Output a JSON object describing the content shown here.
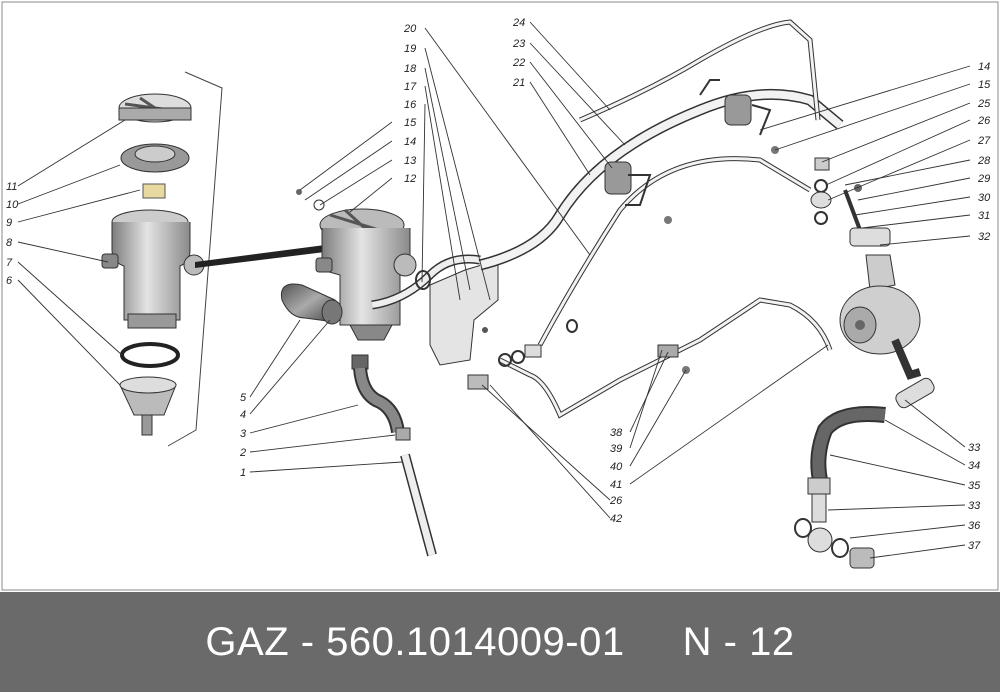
{
  "diagram": {
    "callouts": [
      "1",
      "2",
      "3",
      "4",
      "5",
      "6",
      "7",
      "8",
      "9",
      "10",
      "11",
      "12",
      "13",
      "14",
      "15",
      "16",
      "17",
      "18",
      "19",
      "20",
      "21",
      "22",
      "23",
      "24",
      "25",
      "26",
      "27",
      "28",
      "29",
      "30",
      "31",
      "32",
      "33",
      "34",
      "35",
      "36",
      "37",
      "38",
      "39",
      "40",
      "41",
      "42"
    ],
    "colors": {
      "line": "#333333",
      "part_fill": "#cfcfcf",
      "part_shade": "#9a9a9a"
    }
  },
  "caption": {
    "part_number": "GAZ - 560.1014009-01",
    "page_ref": "N - 12"
  }
}
